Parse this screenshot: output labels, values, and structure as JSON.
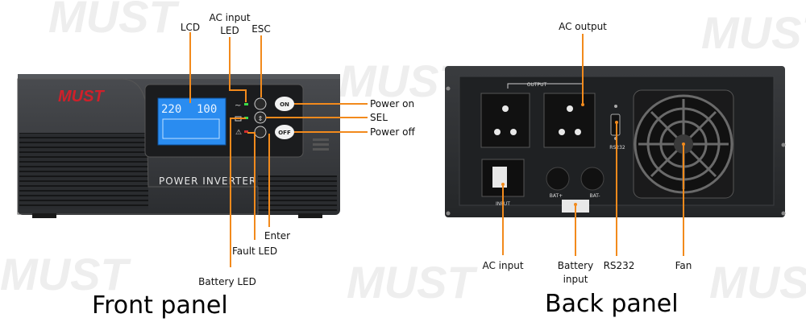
{
  "brand": "MUST",
  "front": {
    "caption": "Front panel",
    "device_label": "POWER INVERTER",
    "lcd_value_1": "220",
    "lcd_value_2": "100",
    "on_button": "ON",
    "off_button": "OFF",
    "callouts": {
      "lcd": "LCD",
      "ac_input_led_1": "AC input",
      "ac_input_led_2": "LED",
      "esc": "ESC",
      "power_on": "Power on",
      "sel": "SEL",
      "power_off": "Power off",
      "enter": "Enter",
      "fault_led": "Fault LED",
      "battery_led": "Battery LED"
    }
  },
  "back": {
    "caption": "Back panel",
    "output_label": "OUTPUT",
    "input_label": "INPUT",
    "bat_plus": "BAT+",
    "bat_minus": "BAT-",
    "rs232_small": "RS232",
    "callouts": {
      "ac_output": "AC output",
      "ac_input": "AC input",
      "battery_input_1": "Battery",
      "battery_input_2": "input",
      "rs232": "RS232",
      "fan": "Fan"
    }
  },
  "colors": {
    "callout": "#f28a1c",
    "brand_red": "#d0202a",
    "lcd_blue": "#2a8cf0",
    "body": "#3a3c3f"
  }
}
